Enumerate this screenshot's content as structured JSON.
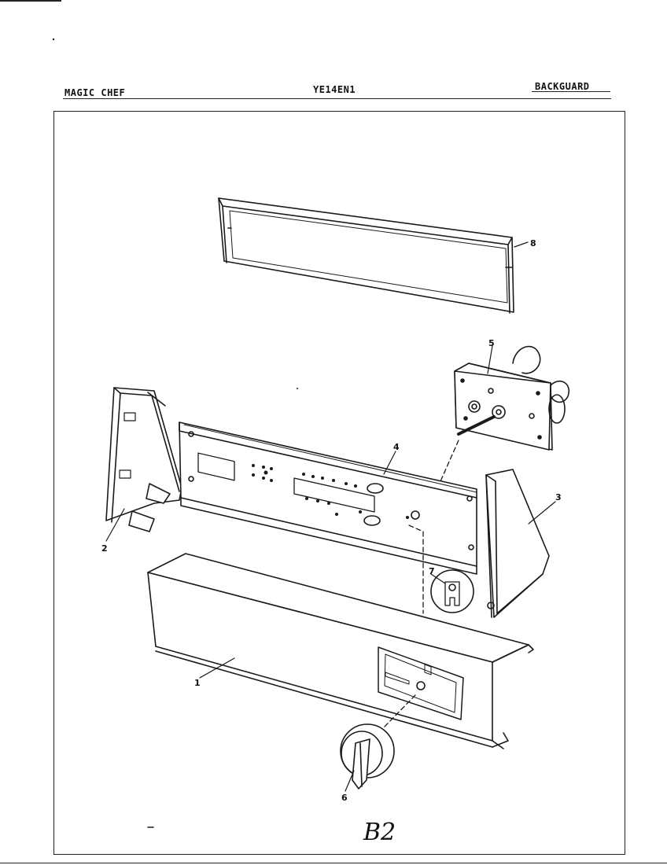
{
  "header": {
    "brand": "MAGIC CHEF",
    "model": "YE14EN1",
    "section": "BACKGUARD"
  },
  "callouts": {
    "p1": "1",
    "p2": "2",
    "p3": "3",
    "p4": "4",
    "p5": "5",
    "p6": "6",
    "p7": "7",
    "p8": "8"
  },
  "handwritten_mark": "B2"
}
